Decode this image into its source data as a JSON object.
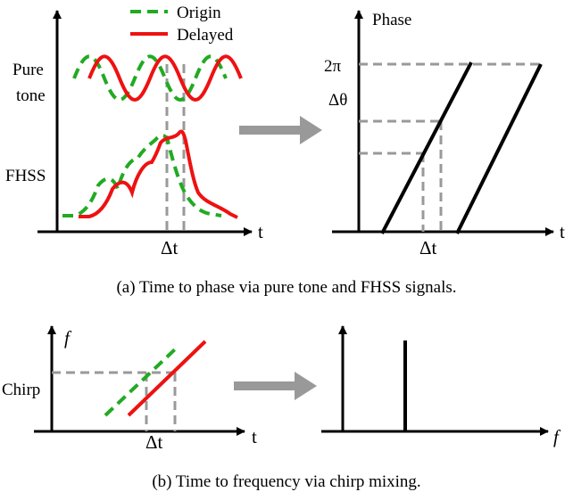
{
  "top": {
    "legend": {
      "origin": "Origin",
      "delayed": "Delayed"
    },
    "left_plot": {
      "label_pure": "Pure",
      "label_tone": "tone",
      "label_fhss": "FHSS",
      "x_axis": "t",
      "delta_t": "Δt"
    },
    "right_plot": {
      "y_axis": "Phase",
      "tick_2pi": "2π",
      "tick_dtheta": "Δθ",
      "x_axis": "t",
      "delta_t": "Δt"
    },
    "caption": "(a)  Time to phase via pure tone and FHSS signals."
  },
  "bottom": {
    "left_plot": {
      "y_axis": "f",
      "label_chirp": "Chirp",
      "x_axis": "t",
      "delta_t": "Δt"
    },
    "right_plot": {
      "x_axis": "f"
    },
    "caption": "(b)  Time to frequency via chirp mixing."
  },
  "colors": {
    "origin": "#22aa22",
    "delayed": "#ee1111",
    "guide": "#999999",
    "arrow": "#999999"
  }
}
